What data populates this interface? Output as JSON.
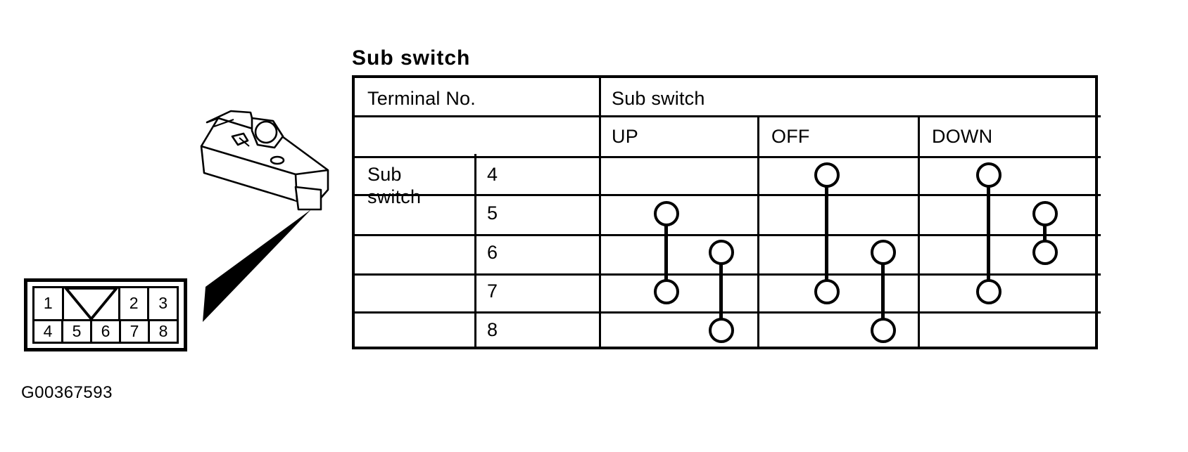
{
  "figure": {
    "id_label": "G00367593",
    "title": "Sub  switch"
  },
  "table": {
    "header": {
      "terminal_label": "Terminal No.",
      "group_label": "Sub switch",
      "positions": [
        "UP",
        "OFF",
        "DOWN"
      ]
    },
    "row_group_label": "Sub\nswitch",
    "terminals": [
      "4",
      "5",
      "6",
      "7",
      "8"
    ],
    "continuity": {
      "UP": [
        [
          "5",
          "7"
        ],
        [
          "6",
          "8"
        ]
      ],
      "OFF": [
        [
          "4",
          "7"
        ],
        [
          "6",
          "8"
        ]
      ],
      "DOWN": [
        [
          "4",
          "7"
        ],
        [
          "5",
          "6"
        ]
      ]
    }
  },
  "connector": {
    "top_row": [
      "1",
      "notch",
      "2",
      "3"
    ],
    "bottom_row": [
      "4",
      "5",
      "6",
      "7",
      "8"
    ],
    "notch_icon": "v-notch-keyway"
  },
  "colors": {
    "ink": "#000000",
    "paper": "#ffffff"
  }
}
